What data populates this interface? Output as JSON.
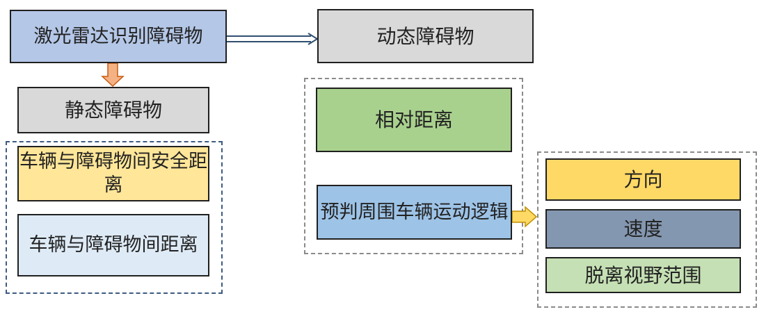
{
  "nodes": {
    "lidar": "激光雷达识别障碍物",
    "dynamic": "动态障碍物",
    "static": "静态障碍物",
    "static_safe": "车辆与障碍物间安全距离",
    "static_dist": "车辆与障碍物间距离",
    "relative": "相对距离",
    "predict": "预判周围车辆运动逻辑",
    "direction": "方向",
    "speed": "速度",
    "leave_view": "脱离视野范围"
  },
  "colors": {
    "lidar": "#b4c7e7",
    "dynamic": "#d9d9d9",
    "static": "#d9d9d9",
    "static_safe": "#ffe699",
    "static_dist": "#deebf7",
    "relative": "#a9d18e",
    "predict": "#9dc3e6",
    "direction": "#ffd966",
    "speed": "#8497b0",
    "leave_view": "#c5e0b4"
  }
}
